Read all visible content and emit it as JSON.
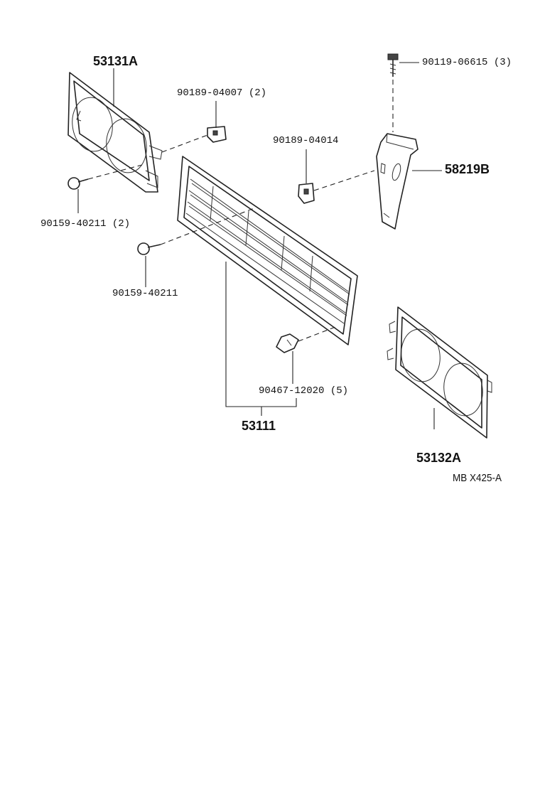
{
  "parts": {
    "headlamp_bezel_lh": "53131A",
    "headlamp_bezel_rh": "53132A",
    "radiator_grille": "53111",
    "grille_bracket": "58219B",
    "screw_top": "90119-06615 (3)",
    "nut_lh": "90189-04007 (2)",
    "nut_center": "90189-04014",
    "bolt_lh": "90159-40211 (2)",
    "bolt_center": "90159-40211",
    "clip": "90467-12020 (5)"
  },
  "reference_code": "MB X425-A"
}
